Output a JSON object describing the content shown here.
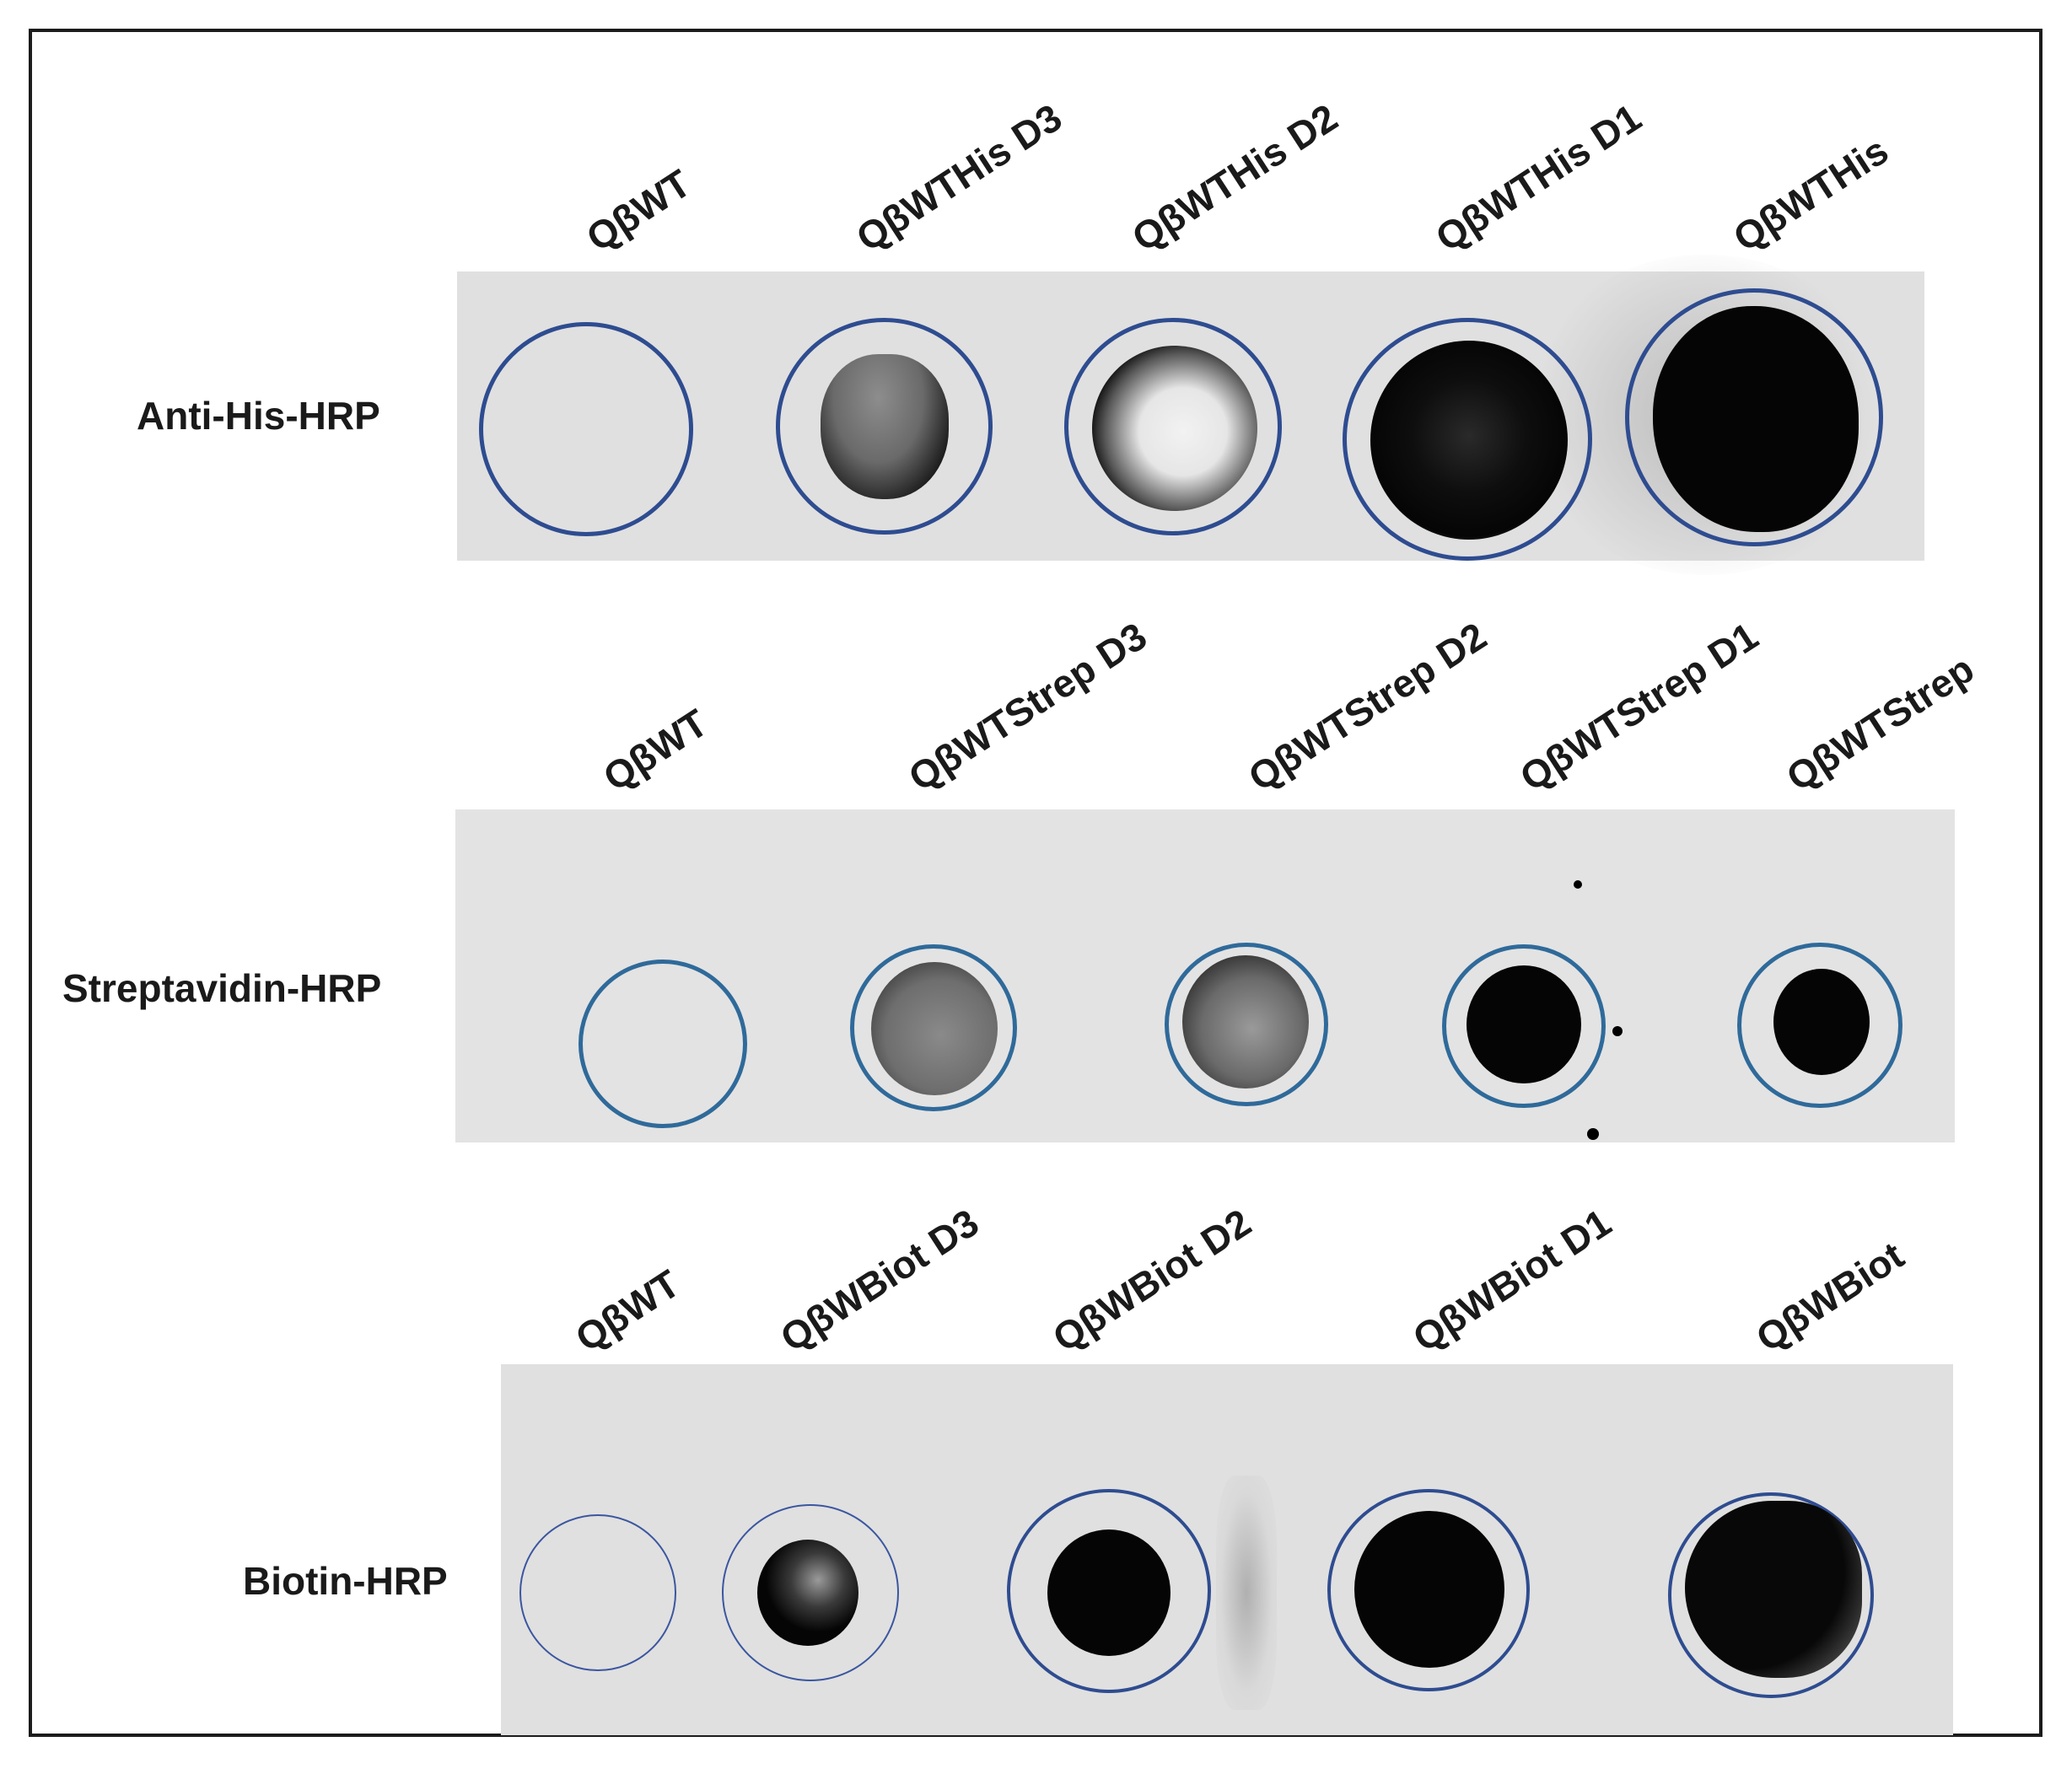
{
  "blots": [
    {
      "label": "Anti-His-HRP",
      "samples": [
        "QβWT",
        "QβWTHis D3",
        "QβWTHis D2",
        "QβWTHis D1",
        "QβWTHis"
      ]
    },
    {
      "label": "Streptavidin-HRP",
      "samples": [
        "QβWT",
        "QβWTStrep D3",
        "QβWTStrep D2",
        "QβWTStrep D1",
        "QβWTStrep"
      ]
    },
    {
      "label": "Biotin-HRP",
      "samples": [
        "QβWT",
        "QβWBiot D3",
        "QβWBiot D2",
        "QβWBiot D1",
        "QβWBiot"
      ]
    }
  ]
}
